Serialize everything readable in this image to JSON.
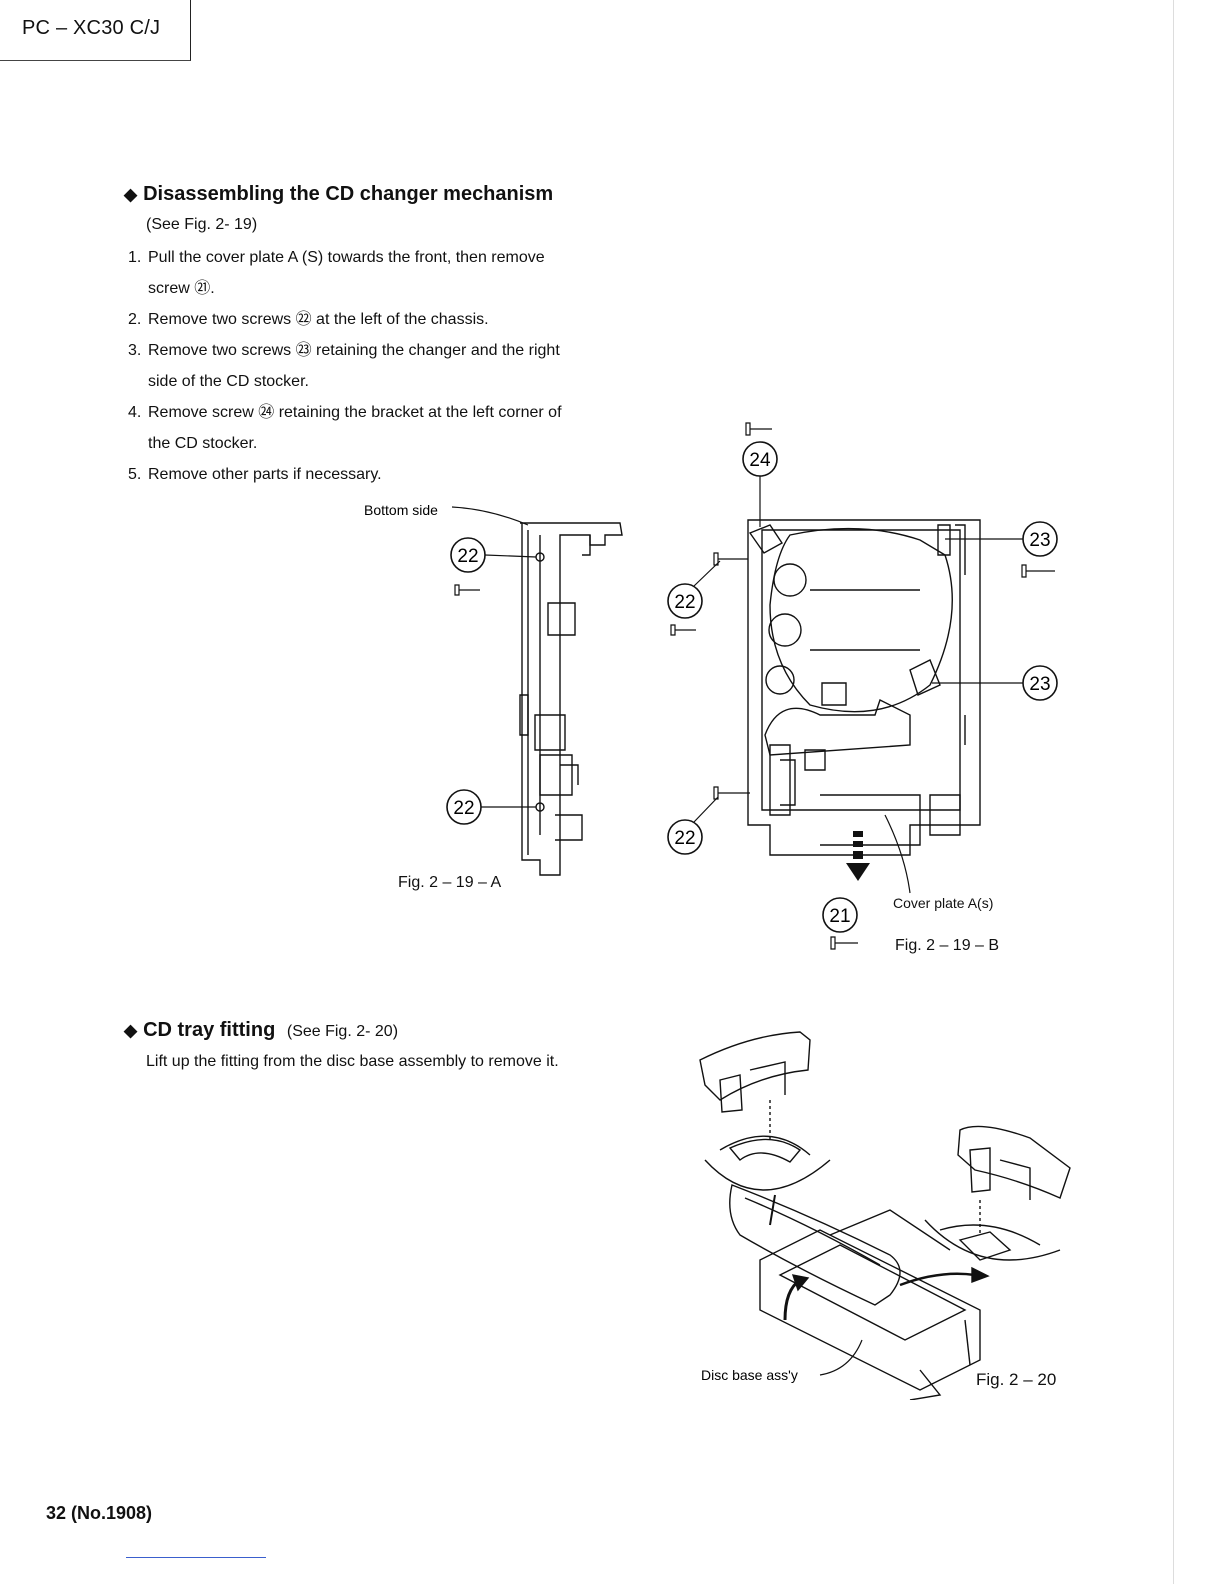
{
  "header": {
    "model": "PC – XC30 C/J"
  },
  "section1": {
    "title": "Disassembling the CD changer mechanism",
    "ref": "(See Fig. 2- 19)",
    "steps": [
      {
        "num": "1.",
        "line1": "Pull the cover plate A (S) towards the front, then remove",
        "line2": "screw ㉑."
      },
      {
        "num": "2.",
        "line1": "Remove two screws ㉒ at the left of the chassis."
      },
      {
        "num": "3.",
        "line1": "Remove two screws ㉓ retaining the changer and the right",
        "line2": "side of the CD stocker."
      },
      {
        "num": "4.",
        "line1": "Remove screw ㉔ retaining the bracket at the left corner of",
        "line2": "the CD stocker."
      },
      {
        "num": "5.",
        "line1": "Remove other parts if necessary."
      }
    ]
  },
  "figA": {
    "bottom_side_label": "Bottom side",
    "callout_22_top": "22",
    "callout_22_bottom": "22",
    "caption": "Fig. 2 – 19 – A"
  },
  "figB": {
    "callout_24": "24",
    "callout_23_top": "23",
    "callout_23_mid": "23",
    "callout_22_top": "22",
    "callout_22_bottom": "22",
    "callout_21": "21",
    "cover_plate_label": "Cover plate A(s)",
    "caption": "Fig. 2 – 19 – B"
  },
  "section2": {
    "title": "CD tray fitting",
    "ref": "(See Fig. 2- 20)",
    "text": "Lift up the fitting from the disc base assembly to remove it."
  },
  "fig20": {
    "disc_base_label": "Disc base ass'y",
    "caption": "Fig. 2 – 20"
  },
  "footer": {
    "page": "32  (No.1908)"
  }
}
